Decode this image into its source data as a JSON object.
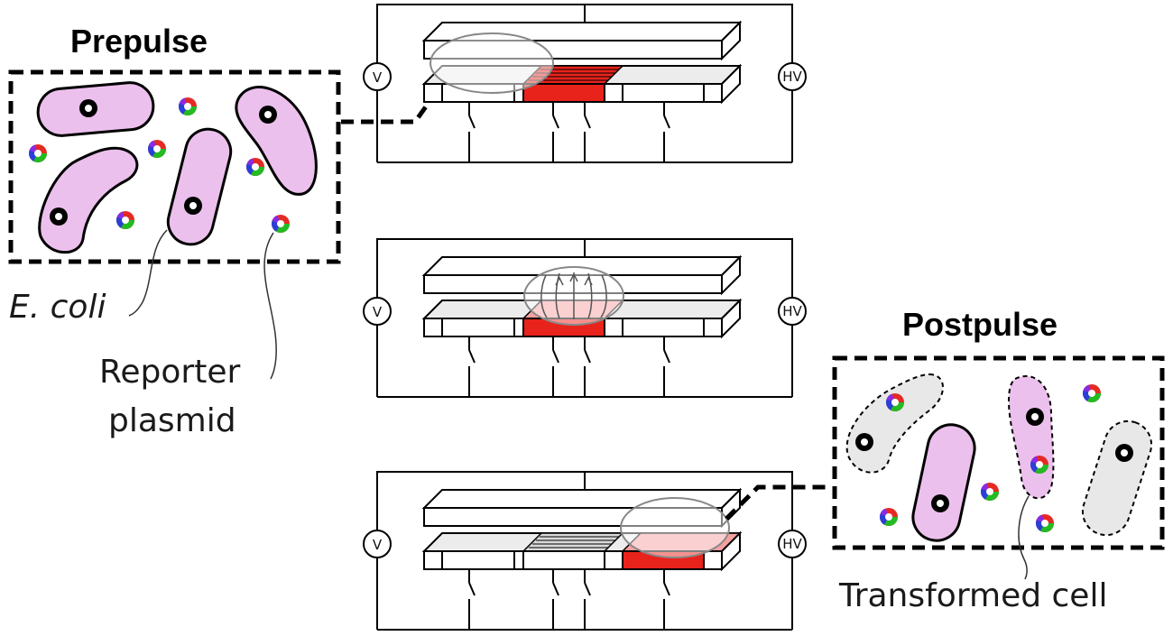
{
  "labels": {
    "prepulse": "Prepulse",
    "postpulse": "Postpulse",
    "ecoli": "E. coli",
    "reporter_line1": "Reporter",
    "reporter_line2": "plasmid",
    "transformed": "Transformed cell"
  },
  "meters": {
    "voltmeter": "V",
    "high_voltage": "HV"
  },
  "colors": {
    "cell_fill": "#ecc0ec",
    "dead_cell_fill": "#e8e8e8",
    "electrode_red": "#e8231c",
    "droplet_red": "#f6a0a0",
    "plate_gray": "#ececec",
    "plasmid_red": "#e52a24",
    "plasmid_green": "#22bb22",
    "plasmid_blue": "#2a3fd8"
  },
  "icons": {
    "plasmid": "plasmid-ring-icon",
    "nucleoid": "nucleoid-ring-icon",
    "switch": "switch-icon",
    "meter": "meter-circle-icon"
  }
}
